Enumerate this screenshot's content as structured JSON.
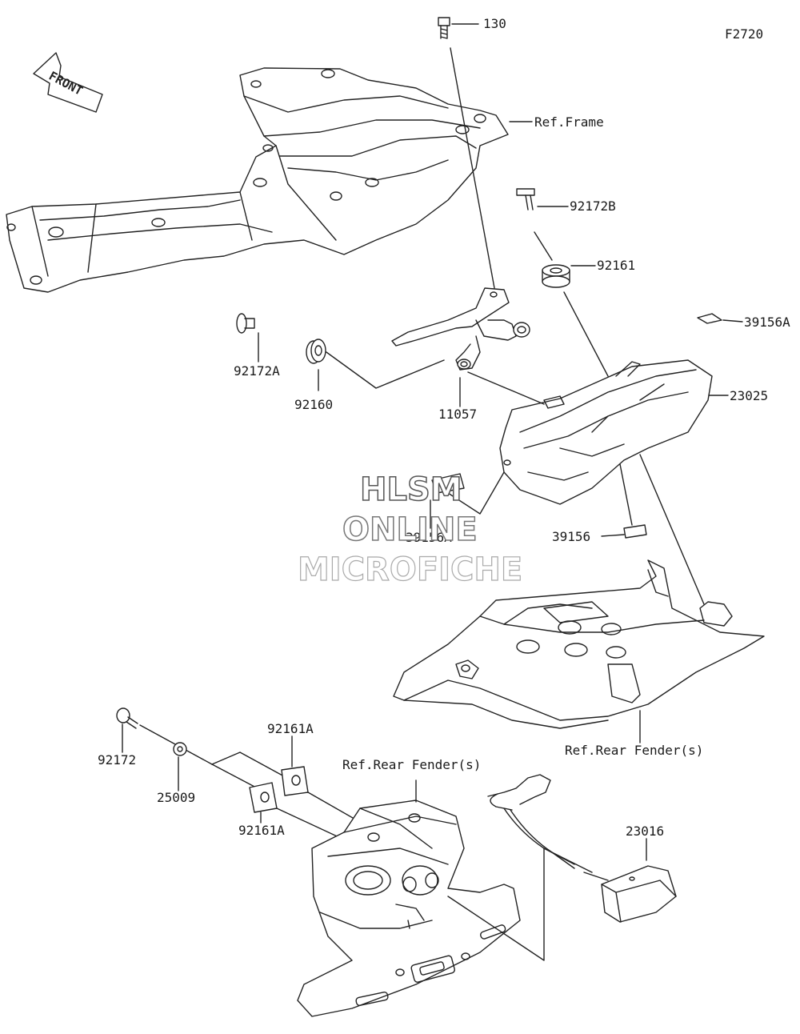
{
  "figure_code": "F2720",
  "front_arrow_text": "FRONT",
  "watermark": {
    "line1": "HLSM",
    "line2": "ONLINE",
    "line3": "MICROFICHE"
  },
  "parts": {
    "p130": "130",
    "ref_frame": "Ref.Frame",
    "p92172B": "92172B",
    "p92161": "92161",
    "p39156A_top": "39156A",
    "p23025": "23025",
    "p92172A": "92172A",
    "p92160": "92160",
    "p11057": "11057",
    "p39156A_mid": "39156A",
    "p39156": "39156",
    "p92161A_top": "92161A",
    "p92172": "92172",
    "p25009": "25009",
    "p92161A_bottom": "92161A",
    "ref_rear_fender_1": "Ref.Rear Fender(s)",
    "ref_rear_fender_2": "Ref.Rear Fender(s)",
    "p23016": "23016"
  }
}
